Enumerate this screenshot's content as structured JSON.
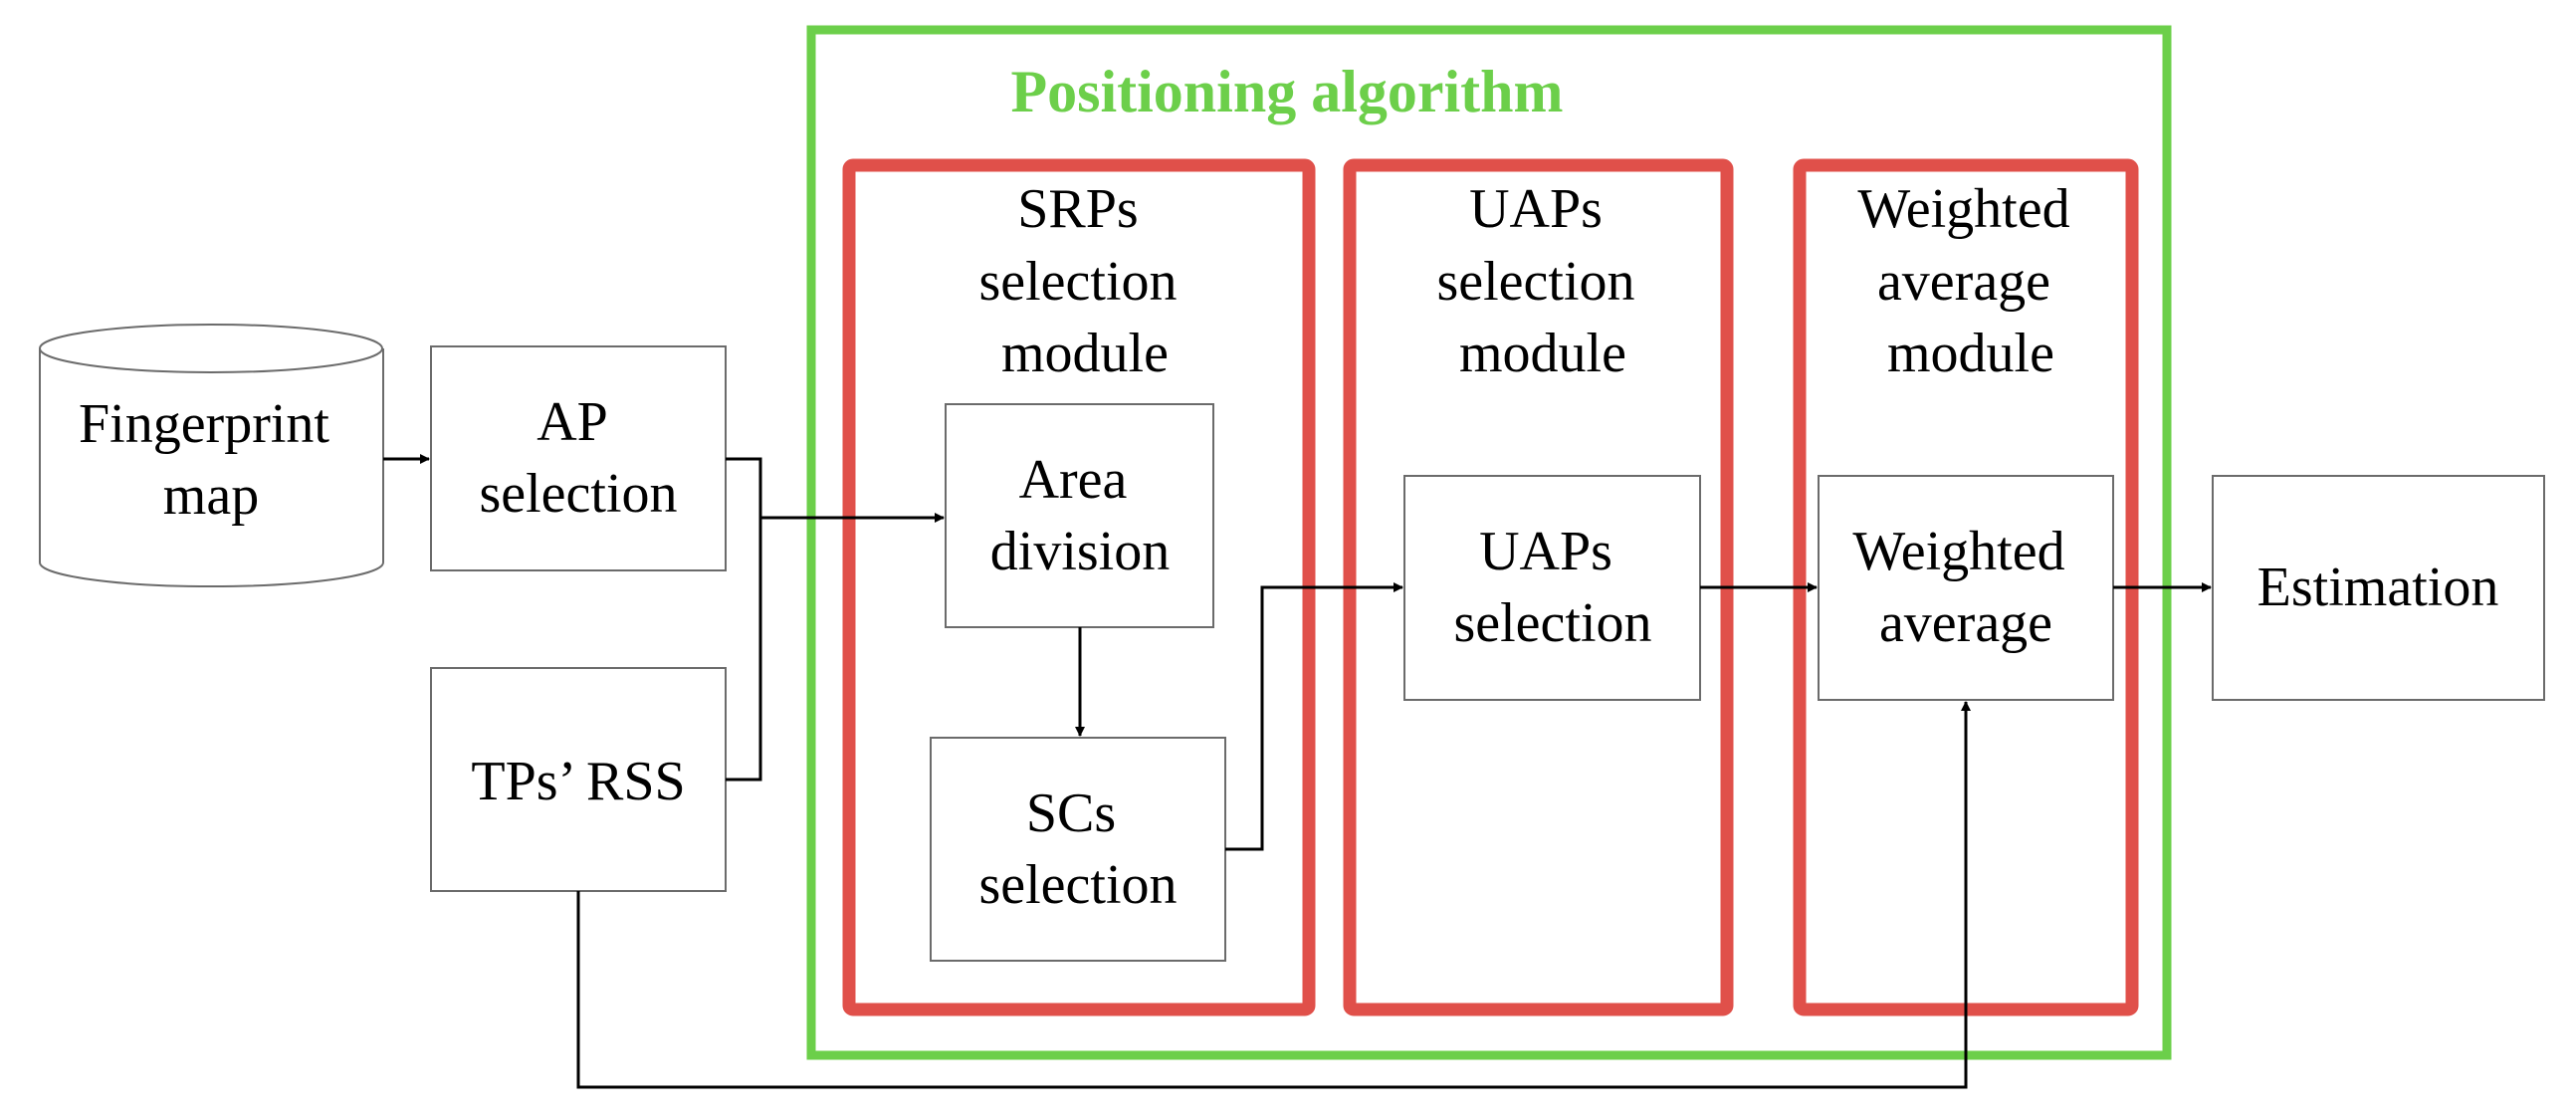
{
  "colors": {
    "outer_frame": "#6ccf4a",
    "module_frame": "#e0504a",
    "title": "#6ccf4a",
    "box_stroke": "#6b6b6b",
    "arrow": "#000000"
  },
  "title": "Positioning algorithm",
  "inputs": {
    "fingerprint_map": [
      "Fingerprint",
      "map"
    ],
    "ap_selection": [
      "AP",
      "selection"
    ],
    "tps_rss": [
      "TPs’ RSS"
    ]
  },
  "modules": {
    "srps": {
      "label": [
        "SRPs",
        "selection",
        "module"
      ],
      "area_division": [
        "Area",
        "division"
      ],
      "scs_selection": [
        "SCs",
        "selection"
      ]
    },
    "uaps": {
      "label": [
        "UAPs",
        "selection",
        "module"
      ],
      "uaps_selection": [
        "UAPs",
        "selection"
      ]
    },
    "weighted": {
      "label": [
        "Weighted",
        "average",
        "module"
      ],
      "weighted_average": [
        "Weighted",
        "average"
      ]
    }
  },
  "output": {
    "estimation": [
      "Estimation"
    ]
  }
}
